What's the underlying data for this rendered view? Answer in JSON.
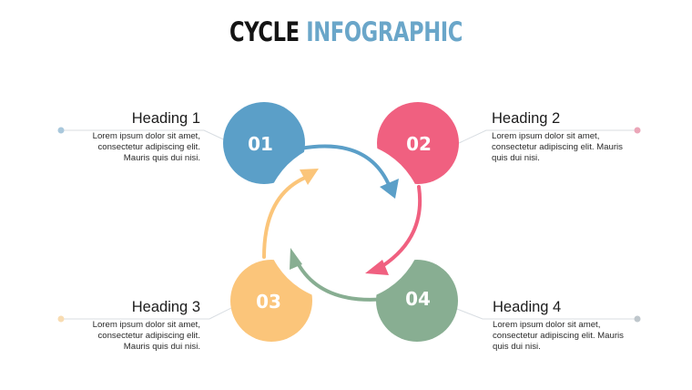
{
  "title": {
    "part1": "CYCLE",
    "part2": "INFOGRAPHIC"
  },
  "colors": {
    "title_dark": "#141414",
    "title_accent": "#6aa6c9",
    "step1": "#5b9fc8",
    "step2": "#f06080",
    "step3": "#fbc57a",
    "step4": "#88ae92",
    "connector": "#d8dde2"
  },
  "steps": [
    {
      "number": "01",
      "heading": "Heading 1",
      "text_lines": [
        "Lorem ipsum dolor sit amet,",
        "consectetur adipiscing elit.",
        "Mauris quis dui nisi."
      ]
    },
    {
      "number": "02",
      "heading": "Heading 2",
      "text_lines": [
        "Lorem ipsum dolor sit amet,",
        "consectetur adipiscing elit. Mauris",
        "quis dui nisi."
      ]
    },
    {
      "number": "03",
      "heading": "Heading 3",
      "text_lines": [
        "Lorem ipsum dolor sit amet,",
        "consectetur adipiscing elit.",
        "Mauris quis dui nisi."
      ]
    },
    {
      "number": "04",
      "heading": "Heading 4",
      "text_lines": [
        "Lorem ipsum dolor sit amet,",
        "consectetur adipiscing elit. Mauris",
        "quis dui nisi."
      ]
    }
  ]
}
